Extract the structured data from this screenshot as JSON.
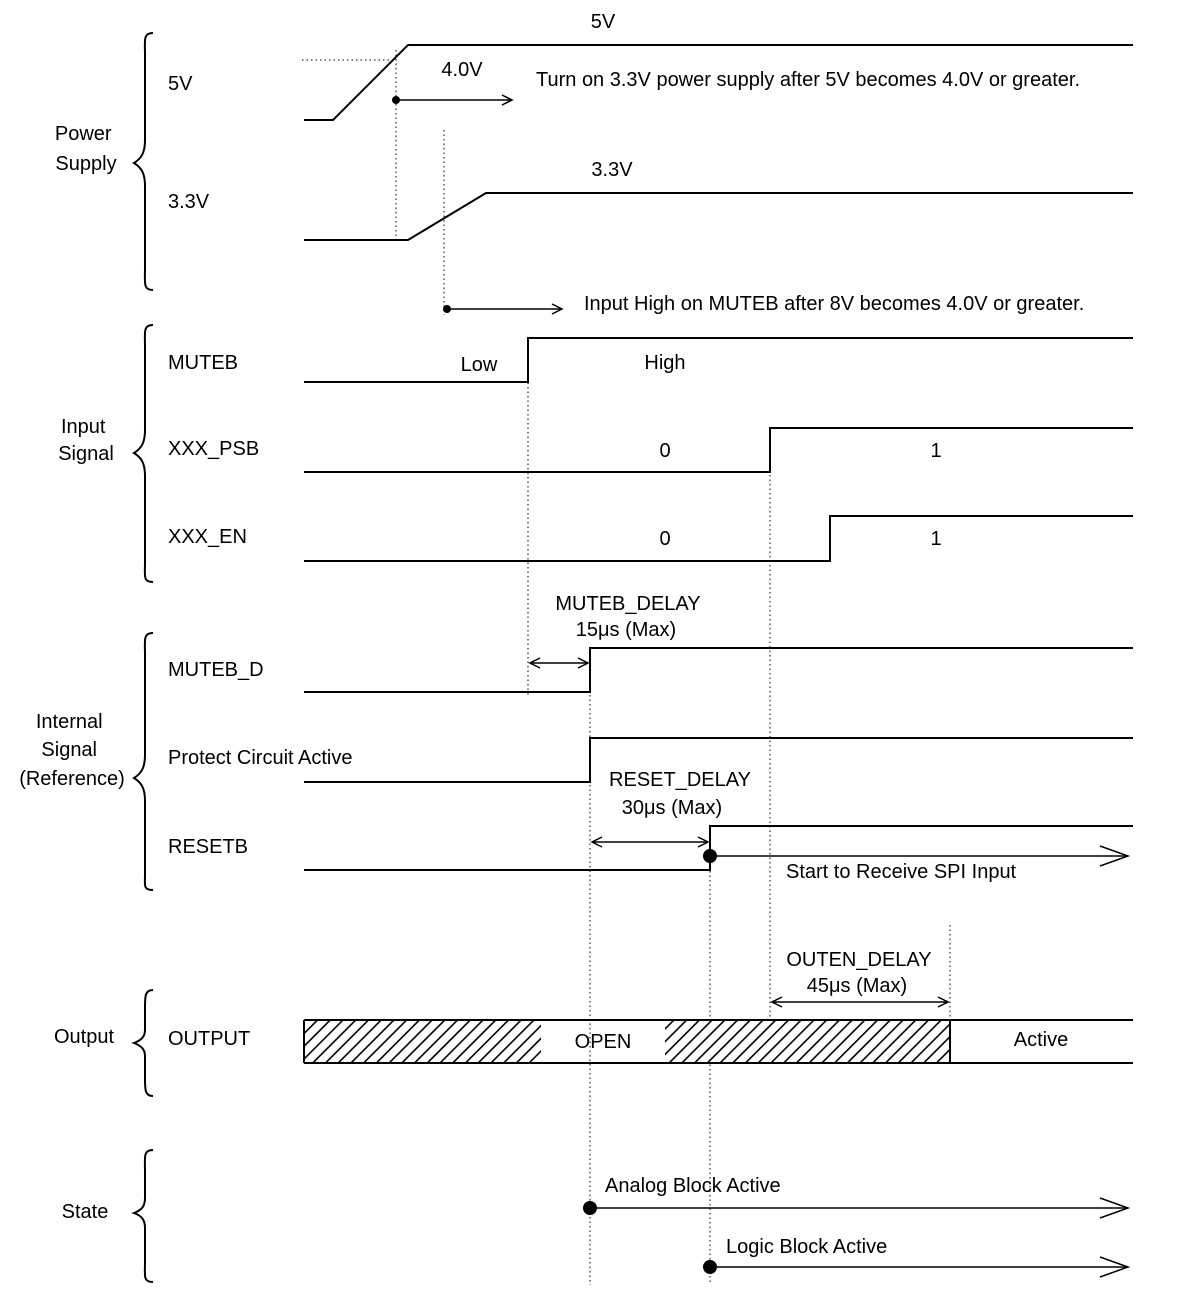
{
  "groups": {
    "power_supply": [
      "Power",
      "Supply"
    ],
    "input_signal": [
      "Input",
      "Signal"
    ],
    "internal_signal": [
      "Internal",
      "Signal",
      "(Reference)"
    ],
    "output": "Output",
    "state": "State"
  },
  "signals": {
    "v5": "5V",
    "v33": "3.3V",
    "muteb": "MUTEB",
    "xxx_psb": "XXX_PSB",
    "xxx_en": "XXX_EN",
    "muteb_d": "MUTEB_D",
    "protect": "Protect Circuit Active",
    "resetb": "RESETB",
    "output": "OUTPUT"
  },
  "labels": {
    "v5_level": "5V",
    "v5_threshold": "4.0V",
    "v33_level": "3.3V",
    "note_33v": "Turn on 3.3V power supply after 5V becomes 4.0V or greater.",
    "note_muteb": "Input High on MUTEB after 8V becomes 4.0V or greater.",
    "muteb_low": "Low",
    "muteb_high": "High",
    "psb_0": "0",
    "psb_1": "1",
    "en_0": "0",
    "en_1": "1",
    "muteb_delay_name": "MUTEB_DELAY",
    "muteb_delay_value": "15μs (Max)",
    "reset_delay_name": "RESET_DELAY",
    "reset_delay_value": "30μs (Max)",
    "spi_note": "Start to Receive SPI Input",
    "outen_delay_name": "OUTEN_DELAY",
    "outen_delay_value": "45μs (Max)",
    "output_open": "OPEN",
    "output_active": "Active",
    "analog_active": "Analog Block Active",
    "logic_active": "Logic Block Active"
  }
}
